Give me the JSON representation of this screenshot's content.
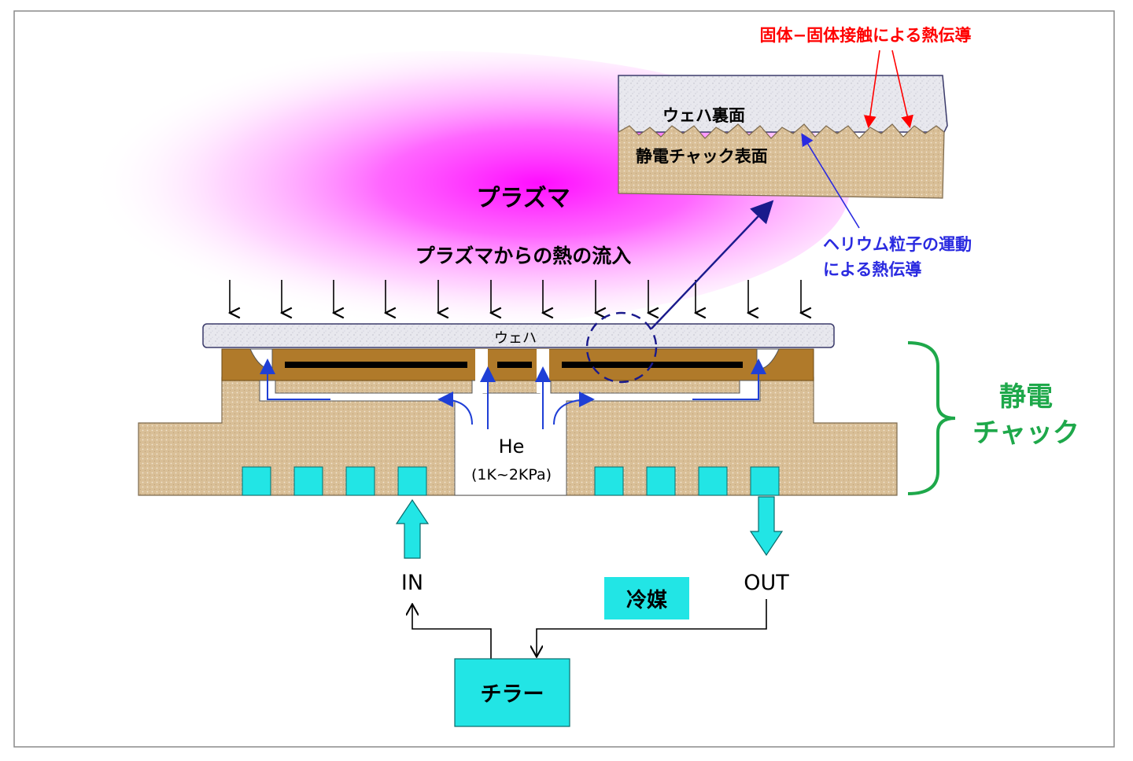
{
  "plasma": {
    "label": "プラズマ",
    "heat_inflow": "プラズマからの熱の流入"
  },
  "wafer": {
    "label": "ウェハ"
  },
  "inset": {
    "wafer_surface": "ウェハ裏面",
    "chuck_surface": "静電チャック表面",
    "solid_contact": "固体−固体接触による熱伝導",
    "helium_line1": "ヘリウム粒子の運動",
    "helium_line2": "による熱伝導"
  },
  "chuck": {
    "label_line1": "静電",
    "label_line2": "チャック"
  },
  "gas": {
    "name": "He",
    "pressure": "(1K~2KPa)"
  },
  "coolant": {
    "in": "IN",
    "out": "OUT",
    "label": "冷媒"
  },
  "chiller": {
    "label": "チラー"
  },
  "colors": {
    "plasma": "#ff00ff",
    "chuck": "#d2b48c",
    "wafer": "#e6e6f0",
    "coolant": "#22e5e5",
    "bracket": "#1ea84a",
    "red_note": "#ff0000",
    "blue_note": "#2a2ae0"
  }
}
